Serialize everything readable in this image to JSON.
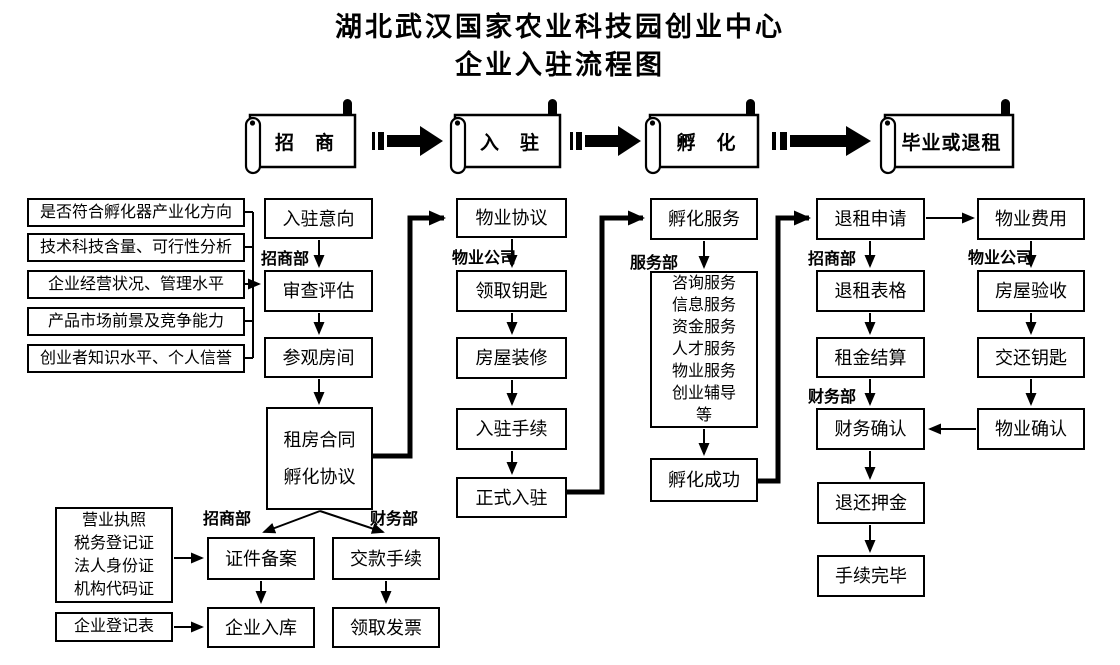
{
  "colors": {
    "ink": "#000000",
    "paper": "#ffffff"
  },
  "title": {
    "line1": "湖北武汉国家农业科技园创业中心",
    "line2": "企业入驻流程图"
  },
  "banners": {
    "recruit": "招　商",
    "entry": "入　驻",
    "incubate": "孵　化",
    "graduate": "毕业或退租"
  },
  "dept_labels": {
    "recruit_dept_1": "招商部",
    "property_co_1": "物业公司",
    "service_dept": "服务部",
    "recruit_dept_2": "招商部",
    "property_co_2": "物业公司",
    "finance_dept_1": "财务部",
    "recruit_dept_3": "招商部",
    "finance_dept_2": "财务部"
  },
  "criteria": [
    "是否符合孵化器产业化方向",
    "技术科技含量、可行性分析",
    "企业经营状况、管理水平",
    "产品市场前景及竞争能力",
    "创业者知识水平、个人信誉"
  ],
  "nodes": {
    "entry_intent": "入驻意向",
    "review_assess": "审查评估",
    "visit_rooms": "参观房间",
    "contract": [
      "租房合同",
      "孵化协议"
    ],
    "property_agreement": "物业协议",
    "get_keys": "领取钥匙",
    "house_decorate": "房屋装修",
    "entry_procedure": "入驻手续",
    "official_entry": "正式入驻",
    "incubation_service": "孵化服务",
    "service_items": [
      "咨询服务",
      "信息服务",
      "资金服务",
      "人才服务",
      "物业服务",
      "创业辅导",
      "等"
    ],
    "incubation_success": "孵化成功",
    "terminate_apply": "退租申请",
    "terminate_form": "退租表格",
    "rent_settlement": "租金结算",
    "finance_confirm": "财务确认",
    "return_deposit": "退还押金",
    "procedure_done": "手续完毕",
    "property_fee": "物业费用",
    "house_inspect": "房屋验收",
    "return_keys": "交还钥匙",
    "property_confirm": "物业确认",
    "documents": [
      "营业执照",
      "税务登记证",
      "法人身份证",
      "机构代码证"
    ],
    "register_form": "企业登记表",
    "cert_record": "证件备案",
    "company_store": "企业入库",
    "payment_procedure": "交款手续",
    "get_invoice": "领取发票"
  }
}
